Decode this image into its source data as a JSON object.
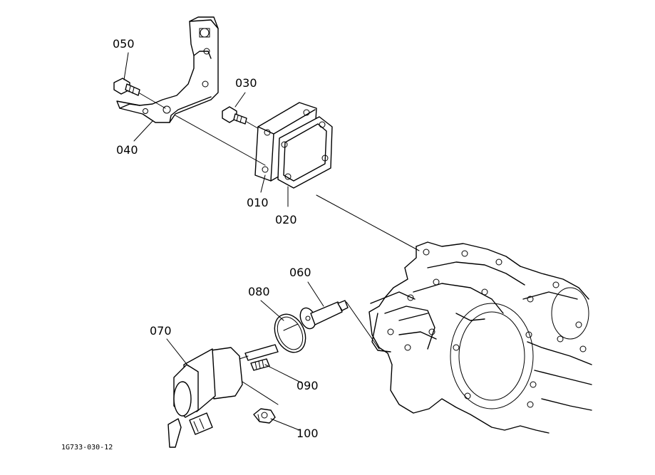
{
  "diagram": {
    "drawing_code": "1G733-030-12",
    "parts": [
      {
        "id": "p010",
        "label": "010"
      },
      {
        "id": "p020",
        "label": "020"
      },
      {
        "id": "p030",
        "label": "030"
      },
      {
        "id": "p040",
        "label": "040"
      },
      {
        "id": "p050",
        "label": "050"
      },
      {
        "id": "p060",
        "label": "060"
      },
      {
        "id": "p070",
        "label": "070"
      },
      {
        "id": "p080",
        "label": "080"
      },
      {
        "id": "p090",
        "label": "090"
      },
      {
        "id": "p100",
        "label": "100"
      }
    ]
  }
}
